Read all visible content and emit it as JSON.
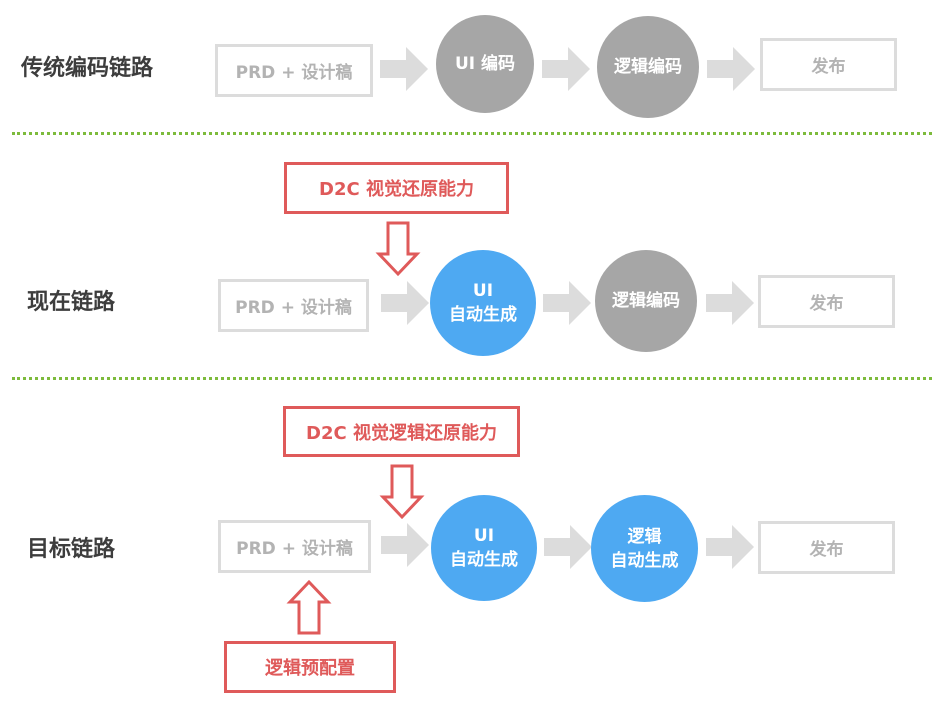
{
  "rows": [
    {
      "label": "传统编码链路",
      "input": "PRD + 设计稿",
      "step1": {
        "lines": [
          "UI 编码"
        ],
        "color": "gray"
      },
      "step2": {
        "lines": [
          "逻辑编码"
        ],
        "color": "gray"
      },
      "output": "发布"
    },
    {
      "label": "现在链路",
      "input": "PRD + 设计稿",
      "callout": "D2C 视觉还原能力",
      "step1": {
        "lines": [
          "UI",
          "自动生成"
        ],
        "color": "blue"
      },
      "step2": {
        "lines": [
          "逻辑编码"
        ],
        "color": "gray"
      },
      "output": "发布"
    },
    {
      "label": "目标链路",
      "input": "PRD + 设计稿",
      "callout": "D2C 视觉逻辑还原能力",
      "callout_bottom": "逻辑预配置",
      "step1": {
        "lines": [
          "UI",
          "自动生成"
        ],
        "color": "blue"
      },
      "step2": {
        "lines": [
          "逻辑",
          "自动生成"
        ],
        "color": "blue"
      },
      "output": "发布"
    }
  ],
  "colors": {
    "gray_node": "#a6a6a6",
    "blue_node": "#4ea9f2",
    "callout_red": "#df5a5a",
    "divider_green": "#7dbb3c",
    "flow_arrow": "#dcdcdc"
  }
}
